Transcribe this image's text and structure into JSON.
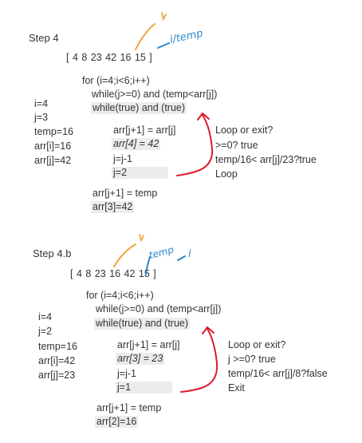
{
  "step4": {
    "title": "Step 4",
    "array": "[ 4   8   23   42   16   15     ]",
    "annot_hand": "i/temp",
    "for_line": "for (i=4;i<6;i++)",
    "while_line": "while(j>=0) and (temp<arr[j])",
    "while_eval": "while(true) and (true)",
    "vars": [
      "i=4",
      "j=3",
      "temp=16",
      "arr[i]=16",
      "arr[j]=42"
    ],
    "body": [
      "arr[j+1] = arr[j]",
      "arr[4] = 42",
      "j=j-1",
      "j=2"
    ],
    "checks": [
      "Loop or exit?",
      ">=0? true",
      "temp/16< arr[j]/23?true",
      "Loop"
    ],
    "after": [
      "arr[j+1] = temp",
      "arr[3]=42"
    ]
  },
  "step4b": {
    "title": "Step 4.b",
    "array": "[ 4   8    23    16    42   15      ]",
    "annot_hand_temp": "temp",
    "annot_hand_i": "i",
    "for_line": "for (i=4;i<6;i++)",
    "while_line": "while(j>=0) and (temp<arr[j])",
    "while_eval": "while(true) and (true)",
    "vars": [
      "i=4",
      "j=2",
      "temp=16",
      "arr[i]=42",
      "arr[j]=23"
    ],
    "body": [
      "arr[j+1] = arr[j]",
      "arr[3] = 23",
      "j=j-1",
      "j=1"
    ],
    "checks": [
      "Loop or exit?",
      "j >=0? true",
      "temp/16< arr[j]/8?false",
      "Exit"
    ],
    "after": [
      "arr[j+1] = temp",
      "arr[2]=16"
    ]
  },
  "colors": {
    "text": "#333333",
    "highlight": "#ececef",
    "red_arrow": "#e0192e",
    "orange_mark": "#f2a33a",
    "blue_mark": "#2e86c8"
  }
}
